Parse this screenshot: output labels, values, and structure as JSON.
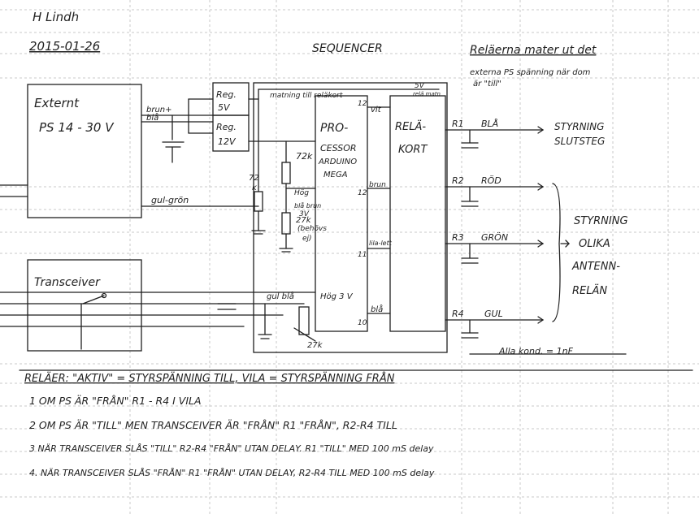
{
  "header": {
    "author": "H Lindh",
    "date": "2015-01-26",
    "title": "SEQUENCER",
    "note_line1": "Reläerna mater ut det",
    "note_line2": "externa PS spänning när dom",
    "note_line3": "är \"till\""
  },
  "blocks": {
    "external_ps_line1": "Externt",
    "external_ps_line2": "PS 14 - 30 V",
    "reg5_line1": "Reg.",
    "reg5_line2": "5V",
    "reg12_line1": "Reg.",
    "reg12_line2": "12V",
    "processor_l1": "PRO-",
    "processor_l2": "CESSOR",
    "processor_l3": "ARDUINO",
    "processor_l4": "MEGA",
    "relay_l1": "RELÄ-",
    "relay_l2": "KORT",
    "transceiver": "Transceiver"
  },
  "wires": {
    "brun_plus": "brun+",
    "bla": "blå",
    "matning": "matning till reläkort",
    "pin_5v": "5V",
    "relay_matn": "relä matn",
    "vit": "vit",
    "gul_gron": "gul-grön",
    "brun": "brun",
    "lila_lett": "lila-lett",
    "bla2": "blå",
    "gul_bla": "gul blå",
    "hog3v": "Hög 3 V",
    "pin12_top": "12",
    "pin12_mid": "12",
    "pin11": "11",
    "pin10": "10",
    "res72k_a": "72k",
    "res72k_b": "72",
    "res_k": "k",
    "res27k": "27k",
    "res27k_b": "27k",
    "blabrun": "blå brun",
    "hog3v_text": "Hög",
    "sv_text": "3V",
    "behovs1": "(behövs",
    "behovs2": "ej)"
  },
  "outputs": {
    "r1": "R1",
    "r1_color": "BLÅ",
    "r1_target1": "STYRNING",
    "r1_target2": "SLUTSTEG",
    "r2": "R2",
    "r2_color": "RÖD",
    "r3": "R3",
    "r3_color": "GRÖN",
    "r4": "R4",
    "r4_color": "GUL",
    "group_l1": "STYRNING",
    "group_l2": "OLIKA",
    "group_l3": "ANTENN-",
    "group_l4": "RELÄN",
    "cap_note": "Alla kond. = 1nF"
  },
  "notes": {
    "legend": "RELÄER: \"AKTIV\" = STYRSPÄNNING TILL, VILA = STYRSPÄNNING FRÅN",
    "n1": "1  OM PS ÄR \"FRÅN\" R1 - R4 I VILA",
    "n2": "2  OM PS ÄR \"TILL\" MEN TRANSCEIVER ÄR \"FRÅN\" R1 \"FRÅN\", R2-R4 TILL",
    "n3": "3  NÄR TRANSCEIVER SLÅS \"TILL\" R2-R4 \"FRÅN\" UTAN DELAY. R1 \"TILL\" MED 100 mS delay",
    "n4": "4. NÄR TRANSCEIVER SLÅS \"FRÅN\" R1 \"FRÅN\" UTAN DELAY, R2-R4 TILL MED 100 mS delay"
  }
}
